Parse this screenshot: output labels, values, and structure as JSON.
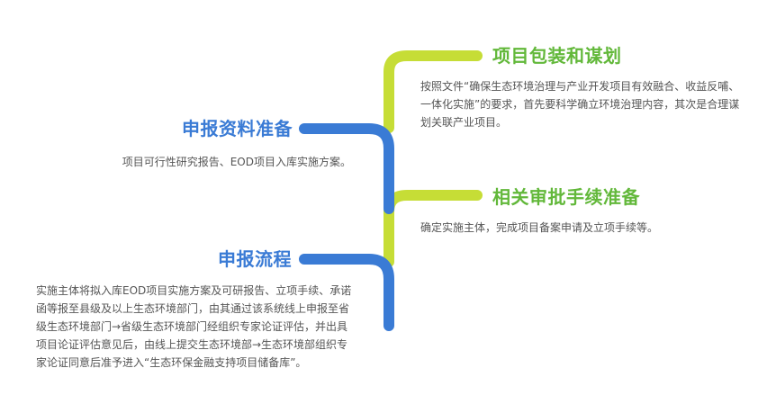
{
  "colors": {
    "blue": "#3a7bd5",
    "lime": "#c6dd36",
    "green_title": "#62b83a",
    "text": "#555555"
  },
  "nodes": {
    "n1": {
      "title": "项目包装和谋划",
      "desc": "按照文件“确保生态环境治理与产业开发项目有效融合、收益反哺、一体化实施”的要求，首先要科学确立环境治理内容，其次是合理谋划关联产业项目。"
    },
    "n2": {
      "title": "申报资料准备",
      "desc": "项目可行性研究报告、EOD项目入库实施方案。"
    },
    "n3": {
      "title": "相关审批手续准备",
      "desc": "确定实施主体，完成项目备案申请及立项手续等。"
    },
    "n4": {
      "title": "申报流程",
      "desc": "实施主体将拟入库EOD项目实施方案及可研报告、立项手续、承诺函等报至县级及以上生态环境部门，由其通过该系统线上申报至省级生态环境部门→省级生态环境部门经组织专家论证评估，并出具项目论证评估意见后，由线上提交生态环境部→生态环境部组织专家论证同意后准予进入“生态环保金融支持项目储备库”。"
    }
  }
}
